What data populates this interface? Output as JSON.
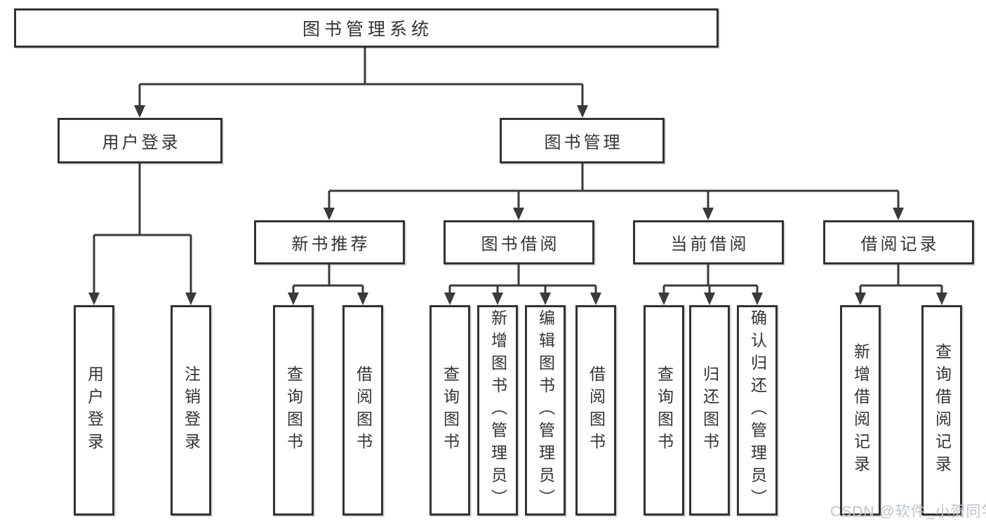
{
  "colors": {
    "line": "#3a3a3a",
    "border": "#323232",
    "text": "#333333",
    "watermark": "#bfc3c9"
  },
  "root": {
    "label": "图书管理系统"
  },
  "user_login": {
    "label": "用户登录",
    "children": [
      {
        "label": "用户登录"
      },
      {
        "label": "注销登录"
      }
    ]
  },
  "book_management": {
    "label": "图书管理",
    "sections": [
      {
        "label": "新书推荐",
        "children": [
          {
            "label": "查询图书"
          },
          {
            "label": "借阅图书"
          }
        ]
      },
      {
        "label": "图书借阅",
        "children": [
          {
            "label": "查询图书"
          },
          {
            "label": "新增图书（管理员）"
          },
          {
            "label": "编辑图书（管理员）"
          },
          {
            "label": "借阅图书"
          }
        ]
      },
      {
        "label": "当前借阅",
        "children": [
          {
            "label": "查询图书"
          },
          {
            "label": "归还图书"
          },
          {
            "label": "确认归还（管理员）"
          }
        ]
      },
      {
        "label": "借阅记录",
        "children": [
          {
            "label": "新增借阅记录"
          },
          {
            "label": "查询借阅记录"
          }
        ]
      }
    ]
  },
  "watermark": "CSDN @软件_小贺同学"
}
